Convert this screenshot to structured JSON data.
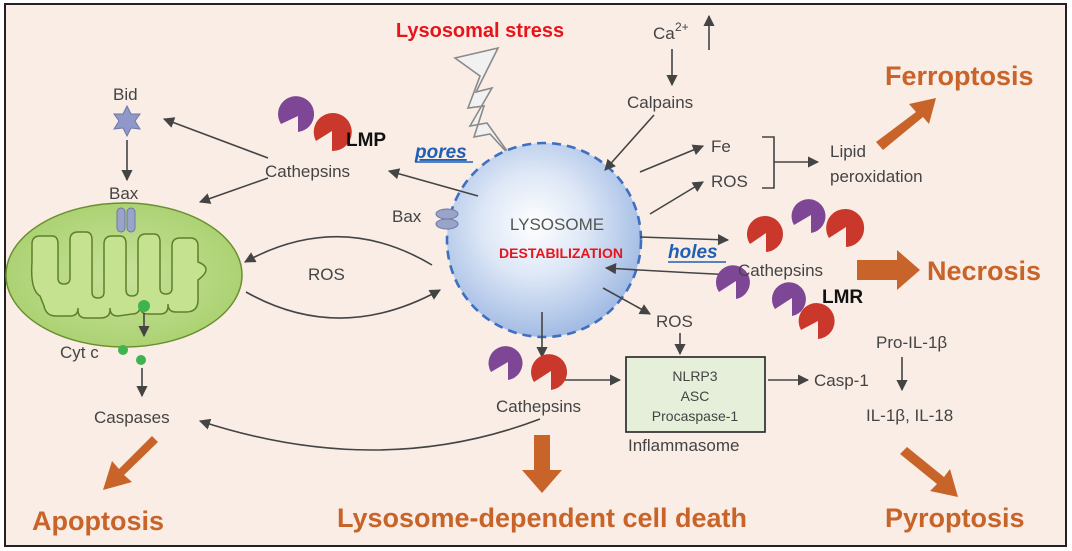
{
  "title": "Lysosomal stress",
  "lysosome": {
    "label": "LYSOSOME",
    "state": "DESTABILIZATION",
    "pores": "pores",
    "holes": "holes"
  },
  "labels": {
    "lmp": "LMP",
    "lmr": "LMR",
    "cathepsins_left": "Cathepsins",
    "cathepsins_right": "Cathepsins",
    "cathepsins_bottom": "Cathepsins",
    "bid": "Bid",
    "bax_mito": "Bax",
    "bax_lyso": "Bax",
    "ros_mito": "ROS",
    "ros_fe": "ROS",
    "ros_lower": "ROS",
    "cyt_c": "Cyt c",
    "caspases": "Caspases",
    "calcium": "Ca",
    "calcium_sup": "2+",
    "calpains": "Calpains",
    "fe": "Fe",
    "lipid_1": "Lipid",
    "lipid_2": "peroxidation",
    "nlrp3": "NLRP3",
    "asc": "ASC",
    "procaspase": "Procaspase-1",
    "inflammasome": "Inflammasome",
    "casp1": "Casp-1",
    "pro_il": "Pro-IL-1β",
    "il": "IL-1β, IL-18"
  },
  "outcomes": {
    "ferroptosis": "Ferroptosis",
    "necrosis": "Necrosis",
    "apoptosis": "Apoptosis",
    "ldcd": "Lysosome-dependent cell death",
    "pyroptosis": "Pyroptosis"
  },
  "colors": {
    "background": "#f9ede6",
    "title": "#e8141b",
    "outcome": "#c8642a",
    "link": "#1f5fb4",
    "state": "#e8141b",
    "cathepsin_red": "#c9382b",
    "cathepsin_purple": "#7e4796",
    "mitochondrion": "#b5d77b",
    "lysosome": "#b8cdeb"
  }
}
